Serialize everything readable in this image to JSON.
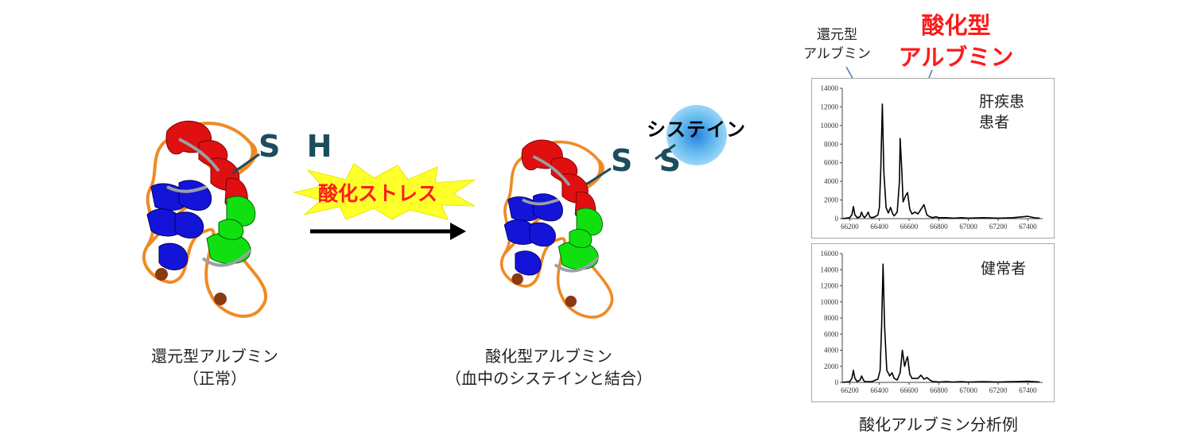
{
  "left": {
    "protein_label": "S H",
    "caption_line1": "還元型アルブミン",
    "caption_line2": "（正常）"
  },
  "stress": {
    "label": "酸化ストレス"
  },
  "middle": {
    "protein_label": "S S",
    "cysteine_label": "システイン",
    "caption_line1": "酸化型アルブミン",
    "caption_line2": "（血中のシステインと結合）"
  },
  "right": {
    "reduced_label_line1": "還元型",
    "reduced_label_line2": "アルブミン",
    "oxidized_label_line1": "酸化型",
    "oxidized_label_line2": "アルブミン",
    "caption": "酸化アルブミン分析例"
  },
  "chart_data": [
    {
      "type": "line",
      "panel_label_line1": "肝疾患",
      "panel_label_line2": "患者",
      "xlim": [
        66150,
        67500
      ],
      "ylim": [
        0,
        14000
      ],
      "xticks": [
        66200,
        66400,
        66600,
        66800,
        67000,
        67200,
        67400
      ],
      "yticks": [
        0,
        2000,
        4000,
        6000,
        8000,
        10000,
        12000,
        14000
      ],
      "x": [
        66150,
        66200,
        66215,
        66225,
        66235,
        66250,
        66270,
        66280,
        66290,
        66300,
        66315,
        66325,
        66335,
        66350,
        66370,
        66390,
        66400,
        66410,
        66420,
        66430,
        66445,
        66460,
        66475,
        66490,
        66500,
        66520,
        66535,
        66540,
        66550,
        66560,
        66575,
        66590,
        66605,
        66620,
        66640,
        66660,
        66680,
        66700,
        66720,
        66740,
        66760,
        66780,
        66800,
        66850,
        66900,
        66950,
        67000,
        67100,
        67200,
        67300,
        67400,
        67450,
        67480
      ],
      "y": [
        0,
        100,
        400,
        1300,
        400,
        100,
        200,
        700,
        300,
        100,
        400,
        700,
        200,
        100,
        200,
        400,
        1200,
        5500,
        12300,
        5000,
        1200,
        600,
        1200,
        500,
        300,
        700,
        4000,
        8600,
        5500,
        1800,
        2400,
        2800,
        1000,
        500,
        700,
        500,
        1000,
        1500,
        400,
        200,
        100,
        200,
        100,
        100,
        50,
        100,
        50,
        100,
        50,
        100,
        250,
        80,
        50
      ]
    },
    {
      "type": "line",
      "panel_label": "健常者",
      "xlim": [
        66150,
        67500
      ],
      "ylim": [
        0,
        16000
      ],
      "xticks": [
        66200,
        66400,
        66600,
        66800,
        67000,
        67200,
        67400
      ],
      "yticks": [
        0,
        2000,
        4000,
        6000,
        8000,
        10000,
        12000,
        14000,
        16000
      ],
      "x": [
        66150,
        66200,
        66215,
        66225,
        66235,
        66250,
        66270,
        66280,
        66290,
        66300,
        66350,
        66390,
        66405,
        66415,
        66425,
        66435,
        66450,
        66470,
        66485,
        66500,
        66520,
        66540,
        66555,
        66570,
        66580,
        66590,
        66605,
        66620,
        66640,
        66660,
        66680,
        66700,
        66720,
        66740,
        66760,
        66780,
        66800,
        66850,
        66900,
        66950,
        67000,
        67100,
        67200,
        67300,
        67400,
        67450,
        67480
      ],
      "y": [
        0,
        100,
        500,
        1500,
        500,
        100,
        300,
        800,
        400,
        100,
        100,
        400,
        1500,
        7000,
        14700,
        7000,
        1500,
        800,
        1200,
        500,
        300,
        1200,
        4000,
        2000,
        2700,
        3200,
        1000,
        500,
        500,
        500,
        900,
        400,
        600,
        300,
        100,
        100,
        50,
        100,
        50,
        100,
        50,
        100,
        50,
        100,
        150,
        80,
        50
      ]
    }
  ]
}
